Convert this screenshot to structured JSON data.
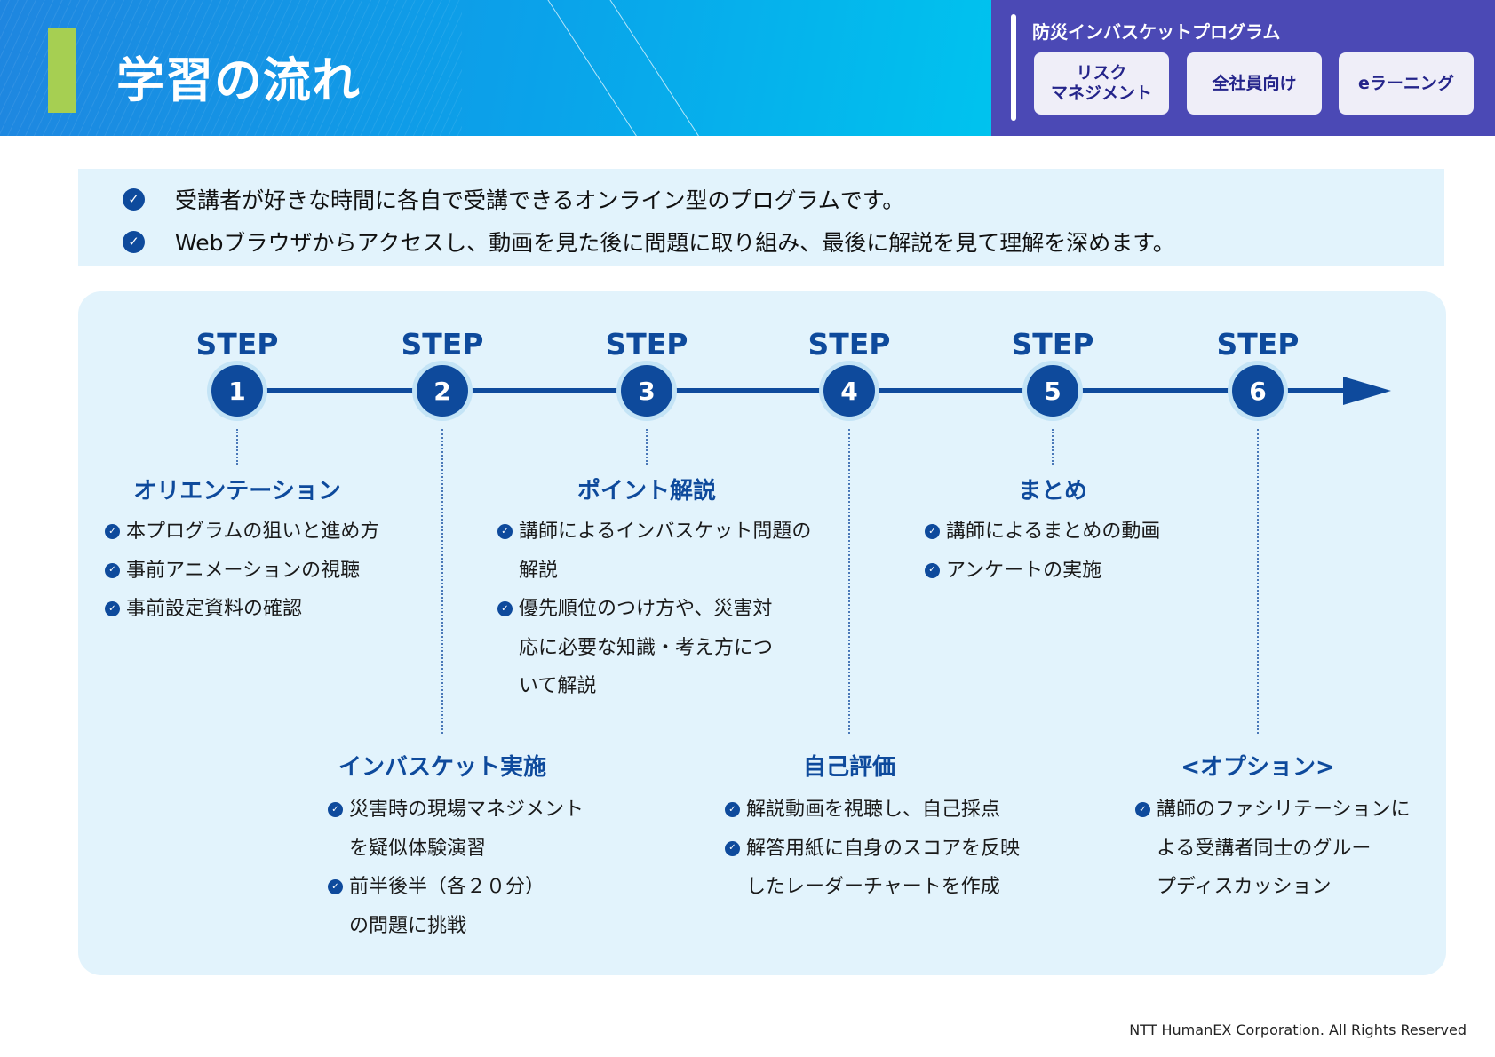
{
  "header": {
    "title": "学習の流れ"
  },
  "program": {
    "title": "防災インバスケットプログラム",
    "tags": [
      [
        "リスク",
        "マネジメント"
      ],
      [
        "全社員向け"
      ],
      [
        "eラーニング"
      ]
    ]
  },
  "intro": [
    "受講者が好きな時間に各自で受講できるオンライン型のプログラムです。",
    "Webブラウザからアクセスし、動画を見た後に問題に取り組み、最後に解説を見て理解を深めます。"
  ],
  "step_label": "STEP",
  "steps": [
    {
      "num": "1",
      "title": "オリエンテーション",
      "position": "upper",
      "bullets": [
        [
          "本プログラムの狙いと進め方"
        ],
        [
          "事前アニメーションの視聴"
        ],
        [
          "事前設定資料の確認"
        ]
      ]
    },
    {
      "num": "2",
      "title": "インバスケット実施",
      "position": "lower",
      "bullets": [
        [
          "災害時の現場マネジメント",
          "を疑似体験演習"
        ],
        [
          "前半後半（各２０分）",
          "の問題に挑戦"
        ]
      ]
    },
    {
      "num": "3",
      "title": "ポイント解説",
      "position": "upper",
      "bullets": [
        [
          "講師によるインバスケット問題の",
          "解説"
        ],
        [
          "優先順位のつけ方や、災害対",
          "応に必要な知識・考え方につ",
          "いて解説"
        ]
      ]
    },
    {
      "num": "4",
      "title": "自己評価",
      "position": "lower",
      "bullets": [
        [
          "解説動画を視聴し、自己採点"
        ],
        [
          "解答用紙に自身のスコアを反映",
          "したレーダーチャートを作成"
        ]
      ]
    },
    {
      "num": "5",
      "title": "まとめ",
      "position": "upper",
      "bullets": [
        [
          "講師によるまとめの動画"
        ],
        [
          "アンケートの実施"
        ]
      ]
    },
    {
      "num": "6",
      "title": "<オプション>",
      "position": "lower",
      "bullets": [
        [
          "講師のファシリテーションに",
          "よる受講者同士のグルー",
          "プディスカッション"
        ]
      ]
    }
  ],
  "footer": "NTT HumanEX Corporation. All Rights Reserved",
  "colors": {
    "primary": "#0e4a9c",
    "accent_bar": "#a6cf52",
    "panel": "#4b49b5",
    "background": "#e2f3fc"
  }
}
